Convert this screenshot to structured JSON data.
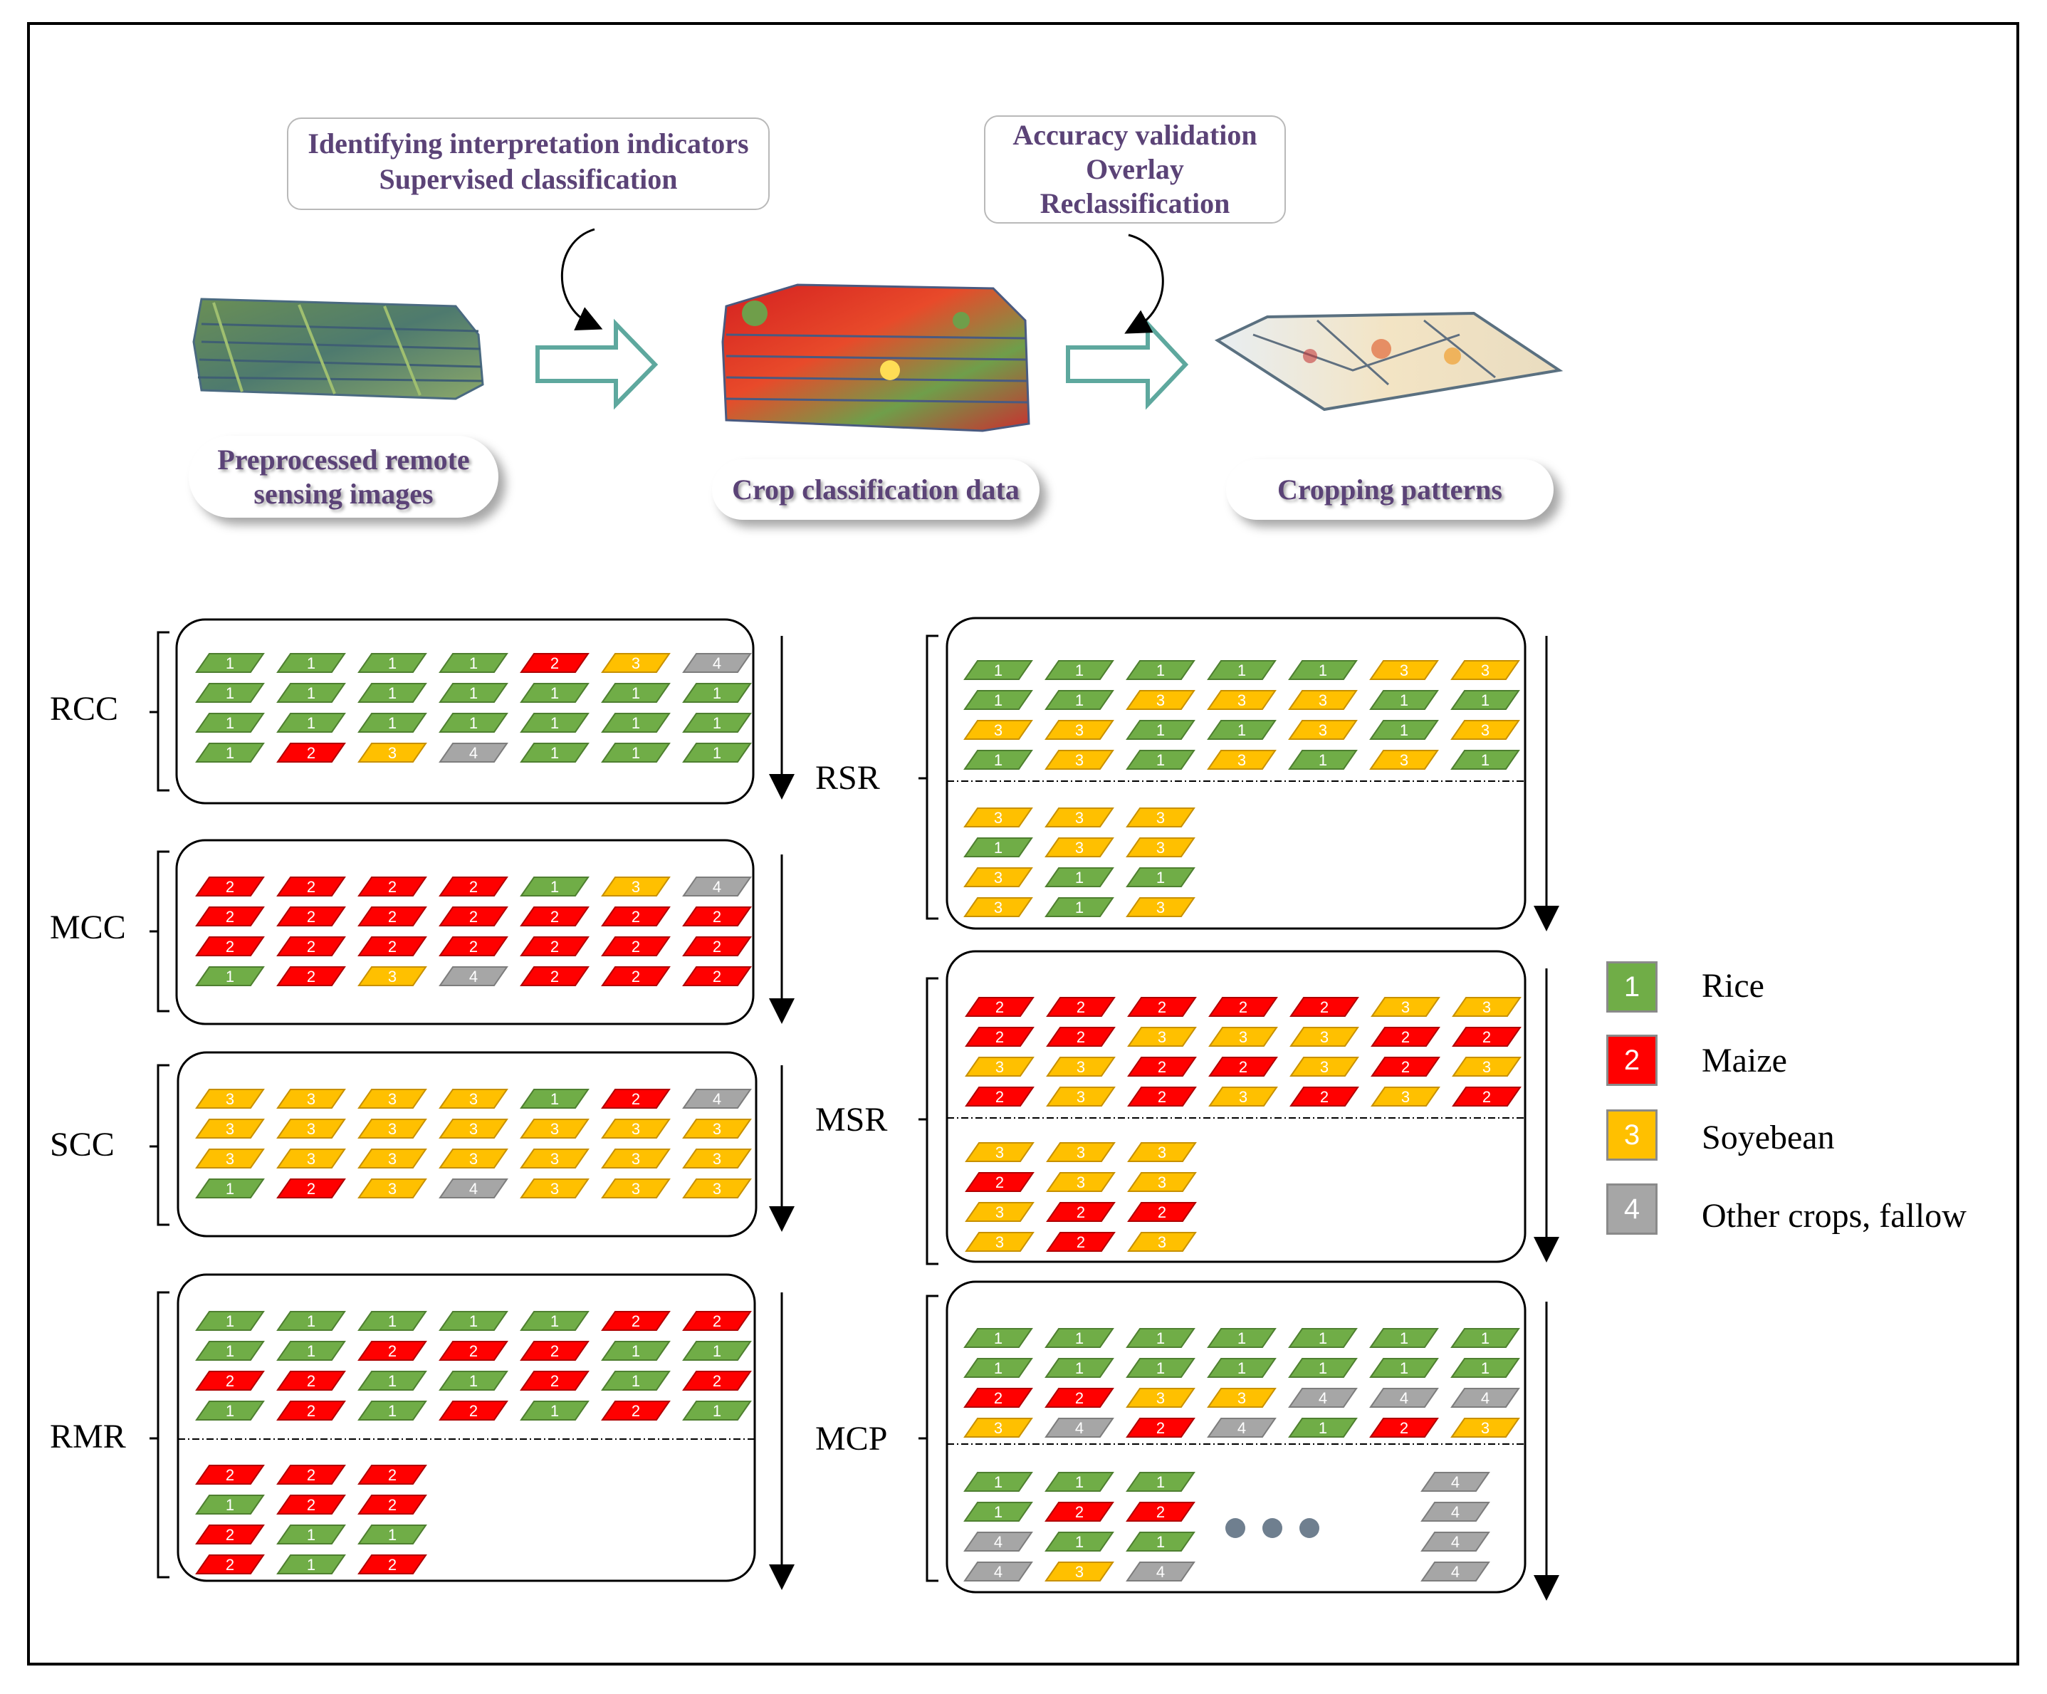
{
  "workflow": {
    "step1_methods": [
      "Identifying interpretation indicators",
      "Supervised classification"
    ],
    "step2_methods": [
      "Accuracy validation",
      "Overlay",
      "Reclassification"
    ],
    "stages": [
      {
        "line1": "Preprocessed remote",
        "line2": "sensing images"
      },
      {
        "line1": "Crop classification data",
        "line2": ""
      },
      {
        "line1": "Cropping patterns",
        "line2": ""
      }
    ]
  },
  "legend": [
    {
      "code": "1",
      "label": "Rice",
      "color": "#70ad47"
    },
    {
      "code": "2",
      "label": "Maize",
      "color": "#ff0000"
    },
    {
      "code": "3",
      "label": "Soyebean",
      "color": "#ffc000"
    },
    {
      "code": "4",
      "label": "Other crops, fallow",
      "color": "#a6a6a6"
    }
  ],
  "patterns": [
    {
      "name": "RCC",
      "top_rows": [
        [
          1,
          1,
          1,
          1,
          2,
          3,
          4
        ],
        [
          1,
          1,
          1,
          1,
          1,
          1,
          1
        ],
        [
          1,
          1,
          1,
          1,
          1,
          1,
          1
        ],
        [
          1,
          2,
          3,
          4,
          1,
          1,
          1
        ]
      ],
      "bottom_rows": []
    },
    {
      "name": "MCC",
      "top_rows": [
        [
          2,
          2,
          2,
          2,
          1,
          3,
          4
        ],
        [
          2,
          2,
          2,
          2,
          2,
          2,
          2
        ],
        [
          2,
          2,
          2,
          2,
          2,
          2,
          2
        ],
        [
          1,
          2,
          3,
          4,
          2,
          2,
          2
        ]
      ],
      "bottom_rows": []
    },
    {
      "name": "SCC",
      "top_rows": [
        [
          3,
          3,
          3,
          3,
          1,
          2,
          4
        ],
        [
          3,
          3,
          3,
          3,
          3,
          3,
          3
        ],
        [
          3,
          3,
          3,
          3,
          3,
          3,
          3
        ],
        [
          1,
          2,
          3,
          4,
          3,
          3,
          3
        ]
      ],
      "bottom_rows": []
    },
    {
      "name": "RMR",
      "top_rows": [
        [
          1,
          1,
          1,
          1,
          1,
          2,
          2
        ],
        [
          1,
          1,
          2,
          2,
          2,
          1,
          1
        ],
        [
          2,
          2,
          1,
          1,
          2,
          1,
          2
        ],
        [
          1,
          2,
          1,
          2,
          1,
          2,
          1
        ]
      ],
      "bottom_rows": [
        [
          2,
          2,
          2
        ],
        [
          1,
          2,
          2
        ],
        [
          2,
          1,
          1
        ],
        [
          2,
          1,
          2
        ]
      ]
    },
    {
      "name": "RSR",
      "top_rows": [
        [
          1,
          1,
          1,
          1,
          1,
          3,
          3
        ],
        [
          1,
          1,
          3,
          3,
          3,
          1,
          1
        ],
        [
          3,
          3,
          1,
          1,
          3,
          1,
          3
        ],
        [
          1,
          3,
          1,
          3,
          1,
          3,
          1
        ]
      ],
      "bottom_rows": [
        [
          3,
          3,
          3
        ],
        [
          1,
          3,
          3
        ],
        [
          3,
          1,
          1
        ],
        [
          3,
          1,
          3
        ]
      ]
    },
    {
      "name": "MSR",
      "top_rows": [
        [
          2,
          2,
          2,
          2,
          2,
          3,
          3
        ],
        [
          2,
          2,
          3,
          3,
          3,
          2,
          2
        ],
        [
          3,
          3,
          2,
          2,
          3,
          2,
          3
        ],
        [
          2,
          3,
          2,
          3,
          2,
          3,
          2
        ]
      ],
      "bottom_rows": [
        [
          3,
          3,
          3
        ],
        [
          2,
          3,
          3
        ],
        [
          3,
          2,
          2
        ],
        [
          3,
          2,
          3
        ]
      ]
    },
    {
      "name": "MCP",
      "top_rows": [
        [
          1,
          1,
          1,
          1,
          1,
          1,
          1
        ],
        [
          1,
          1,
          1,
          1,
          1,
          1,
          1
        ],
        [
          2,
          2,
          3,
          3,
          4,
          4,
          4
        ],
        [
          3,
          4,
          2,
          4,
          1,
          2,
          3
        ]
      ],
      "bottom_rows": [
        [
          1,
          1,
          1
        ],
        [
          1,
          2,
          2
        ],
        [
          4,
          1,
          1
        ],
        [
          4,
          3,
          4
        ]
      ],
      "extra_col": [
        4,
        4,
        4,
        4
      ],
      "ellipsis": true
    }
  ]
}
